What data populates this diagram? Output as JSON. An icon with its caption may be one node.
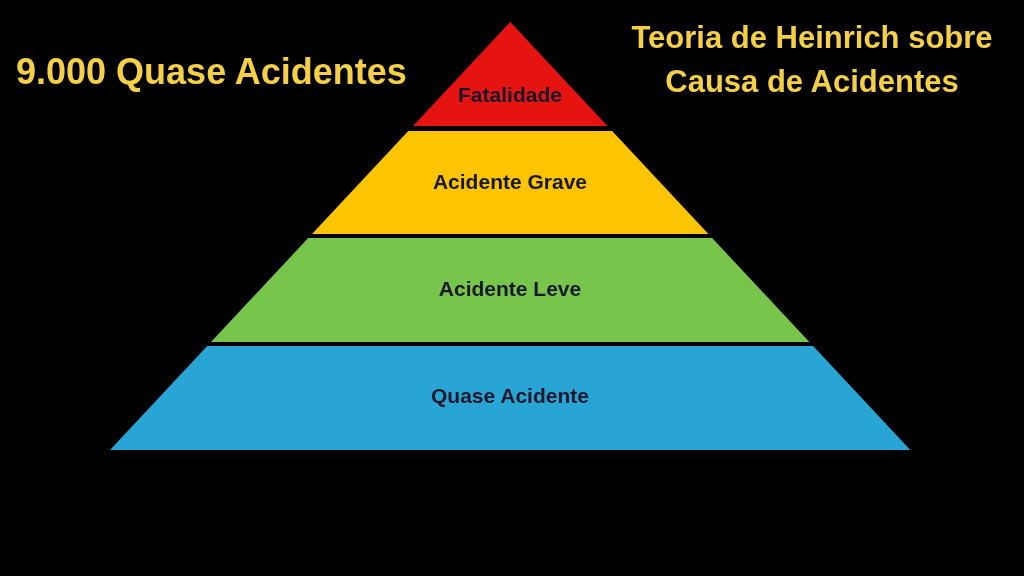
{
  "diagram": {
    "title": "Teoria de Heinrich sobre Causa de Acidentes",
    "nodes": [
      {
        "text": [
          "Fatalidade"
        ]
      },
      {
        "text": [
          "Acidente Grave"
        ]
      },
      {
        "text": [
          "Acidente Leve"
        ]
      },
      {
        "text": [
          "Quase Acidente"
        ]
      }
    ],
    "labels": [
      "9.000 Quase Acidentes"
    ]
  }
}
